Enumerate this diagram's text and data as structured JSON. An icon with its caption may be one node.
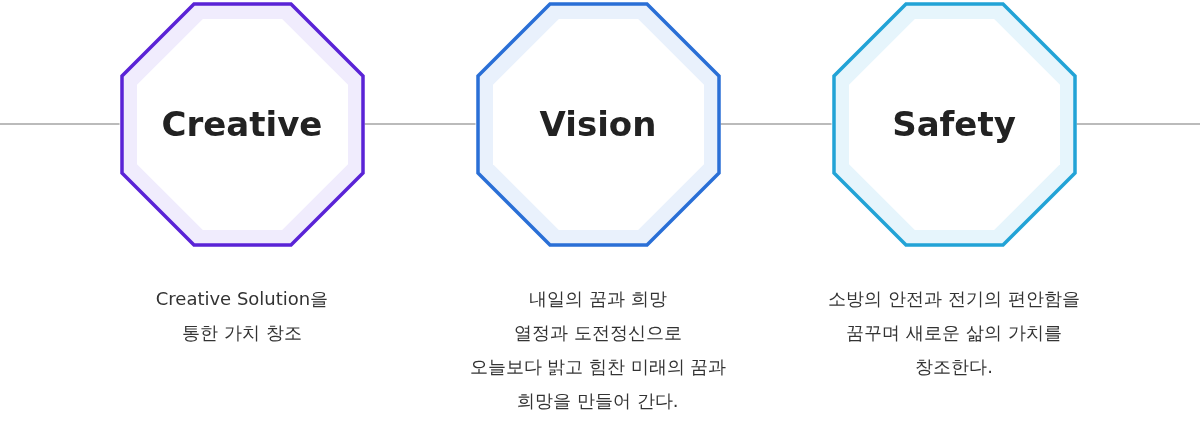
{
  "diagram": {
    "nodes": [
      {
        "text": [
          "Creative"
        ],
        "beside": [
          "Creative Solution을 통한 가치 창조"
        ]
      },
      {
        "text": [
          "Vision"
        ],
        "beside": [
          "내일의 꿈과 희망 열정과 도전정신으로 오늘보다 밝고 힘찬 미래의 꿈과 희망을 만들어 간다."
        ]
      },
      {
        "text": [
          "Safety"
        ],
        "beside": [
          "소방의 안전과 전기의 편안함을 꿈꾸며 새로운 삶의 가치를 창조한다."
        ]
      }
    ],
    "edges": [
      {
        "from": null,
        "to": 0,
        "arrow": "none"
      },
      {
        "from": 0,
        "to": 1,
        "arrow": "none"
      },
      {
        "from": 1,
        "to": 2,
        "arrow": "none"
      },
      {
        "from": 2,
        "to": null,
        "arrow": "none"
      }
    ]
  }
}
